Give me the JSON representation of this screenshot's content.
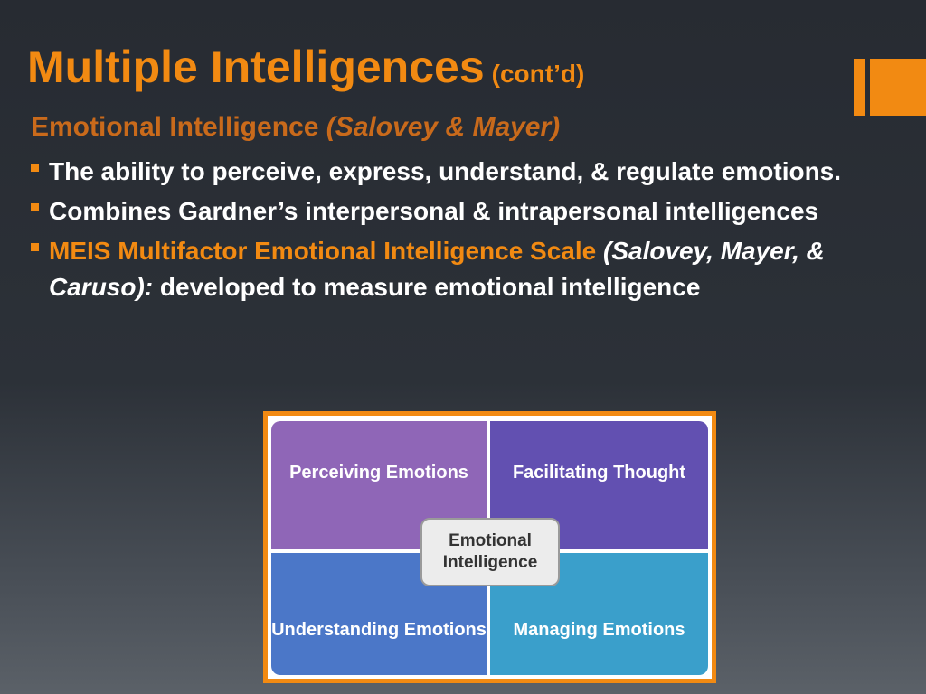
{
  "slide": {
    "title_main": "Multiple Intelligences",
    "title_sub": "(cont’d)",
    "subheading": {
      "plain": "Emotional Intelligence ",
      "italic": "(Salovey & Mayer)"
    },
    "bullets": [
      {
        "text": " The ability to perceive, express, understand, & regulate emotions."
      },
      {
        "text": "Combines Gardner’s interpersonal & intrapersonal intelligences"
      },
      {
        "orange": " MEIS  Multifactor Emotional Intelligence Scale ",
        "italic": "(Salovey, Mayer, & Caruso):",
        "rest": " developed to measure emotional intelligence"
      }
    ],
    "diagram": {
      "quadrants": [
        "Perceiving Emotions",
        "Facilitating Thought",
        "Understanding Emotions",
        "Managing Emotions"
      ],
      "center": "Emotional Intelligence"
    }
  }
}
